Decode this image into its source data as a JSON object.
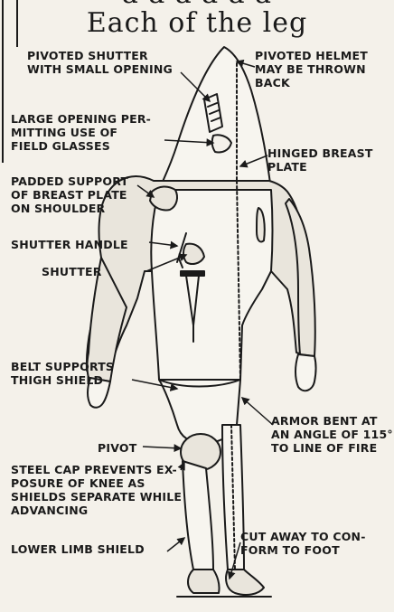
{
  "heading": {
    "partial_line": "a a a a a a",
    "title": "Each of the leg"
  },
  "labels": {
    "pivoted_shutter": "PIVOTED SHUTTER\nWITH SMALL OPENING",
    "pivoted_helmet": "PIVOTED HELMET\nMAY BE THROWN\nBACK",
    "large_opening": "LARGE OPENING PER-\nMITTING USE OF\nFIELD GLASSES",
    "hinged_breast_plate": "HINGED BREAST\nPLATE",
    "padded_support": "PADDED SUPPORT\nOF BREAST PLATE\nON SHOULDER",
    "shutter_handle": "SHUTTER HANDLE",
    "shutter": "SHUTTER",
    "belt_supports": "BELT SUPPORTS\nTHIGH SHIELD",
    "armor_bent": "ARMOR BENT AT\nAN ANGLE OF 115°\nTO LINE OF FIRE",
    "pivot": "PIVOT",
    "steel_cap": "STEEL CAP PREVENTS EX-\nPOSURE OF KNEE AS\nSHIELDS SEPARATE WHILE\nADVANCING",
    "lower_limb_shield": "LOWER LIMB SHIELD",
    "cut_away": "CUT AWAY TO CON-\nFORM TO FOOT"
  },
  "colors": {
    "ink": "#1a1a1a",
    "paper": "#f4f1ea",
    "armor_fill": "#f7f5ef",
    "cloth_fill": "#e9e5dc"
  }
}
